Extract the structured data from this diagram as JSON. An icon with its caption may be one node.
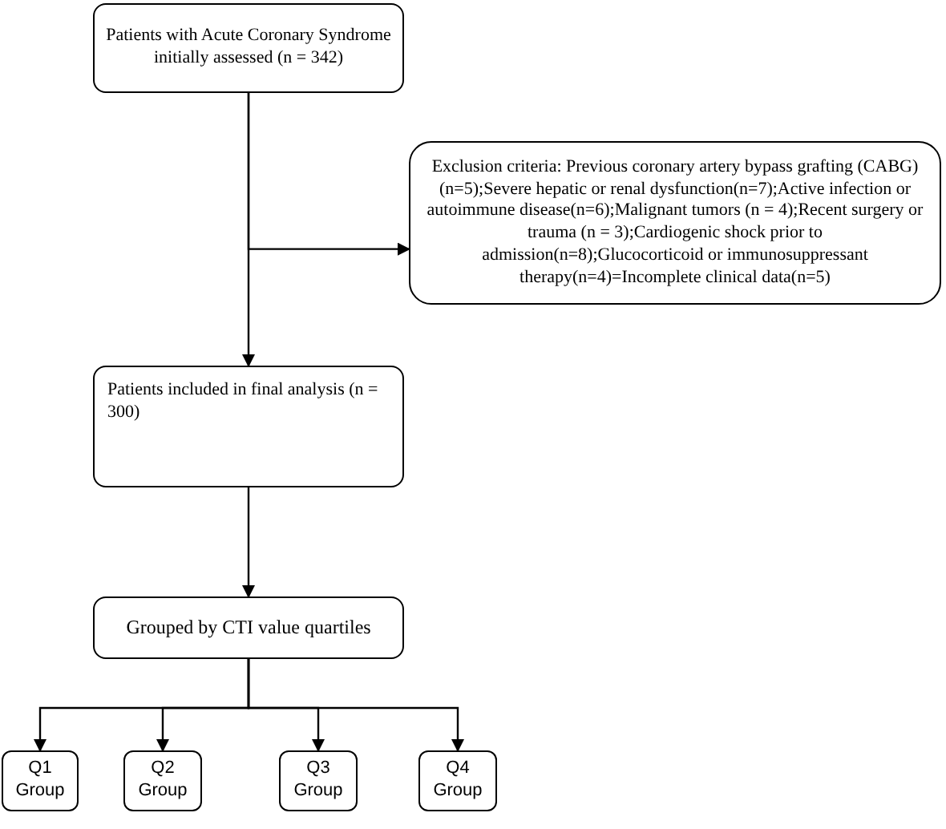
{
  "diagram": {
    "nodes": [
      {
        "text": [
          "Patients with Acute Coronary Syndrome initially assessed (n = 342)"
        ]
      },
      {
        "text": [
          "Exclusion criteria: Previous coronary artery bypass grafting (CABG) (n=5);Severe hepatic or renal dysfunction(n=7);Active infection or autoimmune disease(n=6);Malignant tumors (n = 4);Recent surgery or trauma (n = 3);Cardiogenic shock prior to admission(n=8);Glucocorticoid or immunosuppressant therapy(n=4)=Incomplete clinical data(n=5)"
        ]
      },
      {
        "text": [
          "Patients included in final analysis (n = 300)"
        ]
      },
      {
        "text": [
          "Grouped by CTI value quartiles"
        ]
      },
      {
        "text": [
          "Q1 Group"
        ]
      },
      {
        "text": [
          "Q2 Group"
        ]
      },
      {
        "text": [
          "Q3 Group"
        ]
      },
      {
        "text": [
          "Q4 Group"
        ]
      }
    ],
    "edges": [
      {
        "from": 0,
        "to": 1,
        "arrow": "to"
      },
      {
        "from": 0,
        "to": 2,
        "arrow": "to"
      },
      {
        "from": 2,
        "to": 3,
        "arrow": "to"
      },
      {
        "from": 3,
        "to": 4,
        "arrow": "to"
      },
      {
        "from": 3,
        "to": 5,
        "arrow": "to"
      },
      {
        "from": 3,
        "to": 6,
        "arrow": "to"
      },
      {
        "from": 3,
        "to": 7,
        "arrow": "to"
      }
    ]
  }
}
